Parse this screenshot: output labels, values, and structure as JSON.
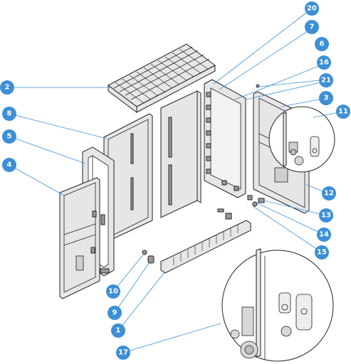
{
  "callouts": [
    {
      "id": "c20",
      "label": "20"
    },
    {
      "id": "c7",
      "label": "7"
    },
    {
      "id": "c6",
      "label": "6"
    },
    {
      "id": "c16",
      "label": "16"
    },
    {
      "id": "c21",
      "label": "21"
    },
    {
      "id": "c3",
      "label": "3"
    },
    {
      "id": "c11",
      "label": "11"
    },
    {
      "id": "c2",
      "label": "2"
    },
    {
      "id": "c8",
      "label": "8"
    },
    {
      "id": "c5",
      "label": "5"
    },
    {
      "id": "c4",
      "label": "4"
    },
    {
      "id": "c12",
      "label": "12"
    },
    {
      "id": "c13",
      "label": "13"
    },
    {
      "id": "c14",
      "label": "14"
    },
    {
      "id": "c15",
      "label": "15"
    },
    {
      "id": "c10",
      "label": "10"
    },
    {
      "id": "c9",
      "label": "9"
    },
    {
      "id": "c1",
      "label": "1"
    },
    {
      "id": "c17",
      "label": "17"
    }
  ]
}
